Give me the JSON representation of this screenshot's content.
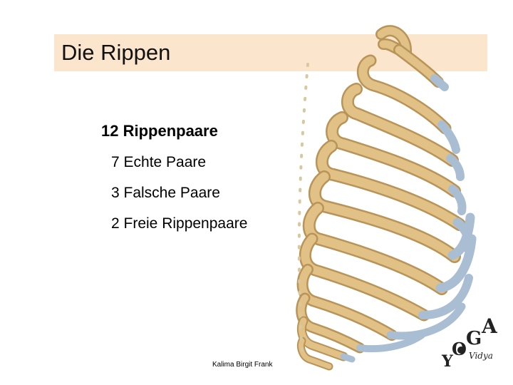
{
  "slide": {
    "title": "Die Rippen",
    "heading": "12 Rippenpaare",
    "items": [
      "7 Echte Paare",
      "3 Falsche Paare",
      "2 Freie Rippenpaare"
    ],
    "footer": "Kalima Birgit Frank"
  },
  "logo": {
    "letters": [
      "Y",
      "O",
      "G",
      "A"
    ],
    "subtitle": "Vidya"
  },
  "colors": {
    "title_bar": "#fbe5cc",
    "bone": "#e2c186",
    "cartilage": "#a9bdd3"
  }
}
